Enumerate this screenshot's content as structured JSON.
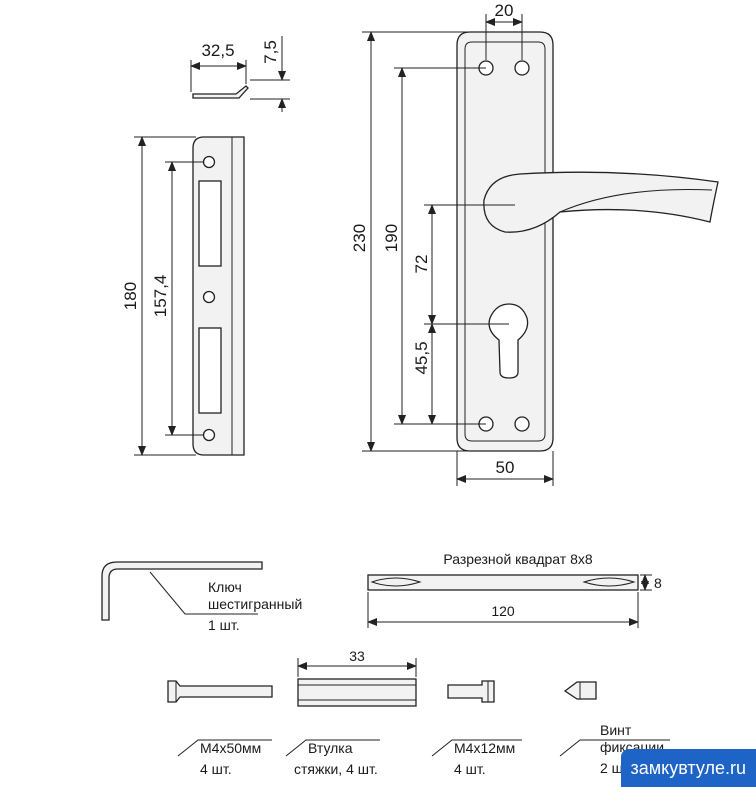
{
  "dimensions": {
    "strike_plate_height": "180",
    "strike_hole_spacing": "157,4",
    "tongue_width": "32,5",
    "tongue_height": "7,5",
    "plate_width_top": "20",
    "plate_height": "230",
    "hole_spacing": "190",
    "handle_to_cylinder": "72",
    "cylinder_to_hole": "45,5",
    "plate_width": "50",
    "spindle_length": "120",
    "spindle_size": "8",
    "sleeve_length": "33"
  },
  "labels": {
    "spindle_title": "Разрезной квадрат 8x8",
    "key_line1": "Ключ",
    "key_line2": "шестигранный",
    "key_qty": "1 шт.",
    "screw50_name": "М4х50мм",
    "screw50_qty": "4 шт.",
    "sleeve_line1": "Втулка",
    "sleeve_line2": "стяжки, 4 шт.",
    "screw12_name": "М4х12мм",
    "screw12_qty": "4 шт.",
    "fix_line1": "Винт",
    "fix_line2": "фиксации",
    "fix_qty": "2 шт."
  },
  "watermark": "замкувтуле.ru"
}
